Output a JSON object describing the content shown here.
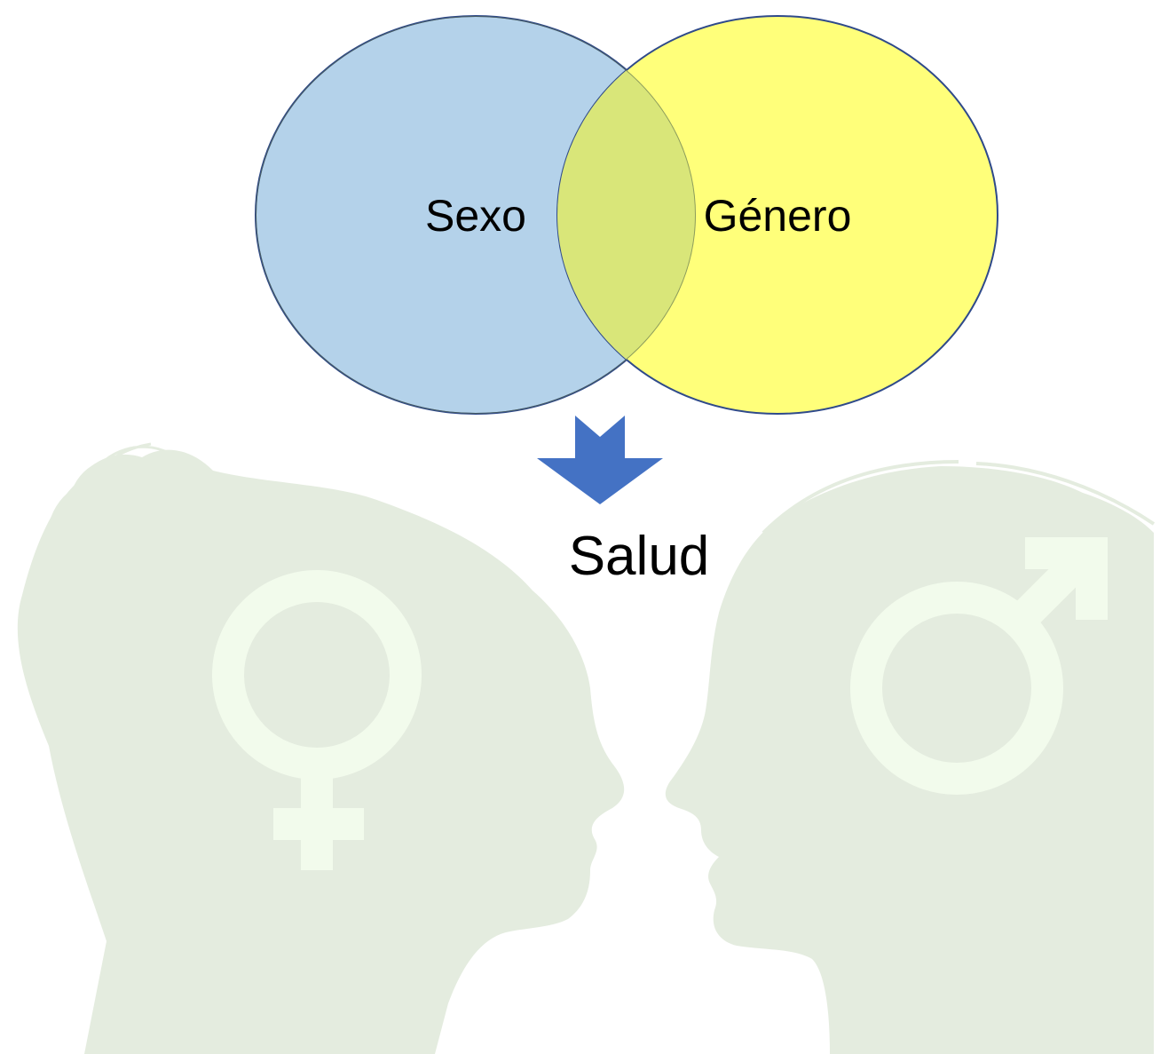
{
  "venn": {
    "left_label": "Sexo",
    "right_label": "Género"
  },
  "result": {
    "label": "Salud"
  },
  "background": {
    "left_figure": "woman-silhouette",
    "right_figure": "man-silhouette",
    "left_symbol": "female-symbol-icon",
    "right_symbol": "male-symbol-icon"
  },
  "colors": {
    "left_circle_fill": "#b4d2ea",
    "right_circle_fill": "#ffff7a",
    "overlap_fill": "#d9e679",
    "circle_stroke": "#2f4a8a",
    "arrow_fill": "#4472c4",
    "silhouette_fill": "#e4ecdf",
    "symbol_fill": "#f2fbec"
  }
}
